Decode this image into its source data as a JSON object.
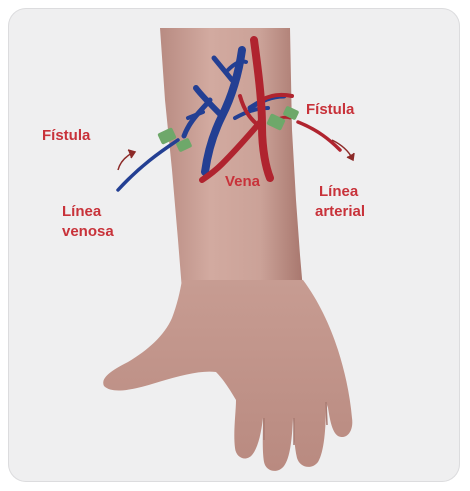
{
  "labels": {
    "fistula_left": "Fístula",
    "fistula_right": "Fístula",
    "vena": "Vena",
    "linea_venosa_1": "Línea",
    "linea_venosa_2": "venosa",
    "linea_arterial_1": "Línea",
    "linea_arterial_2": "arterial"
  },
  "colors": {
    "background": "#efeff0",
    "skin": "#c99f95",
    "vein": "#233f93",
    "artery": "#b0242f",
    "label": "#c8323a",
    "fistula_needle": "#6ea86a"
  }
}
